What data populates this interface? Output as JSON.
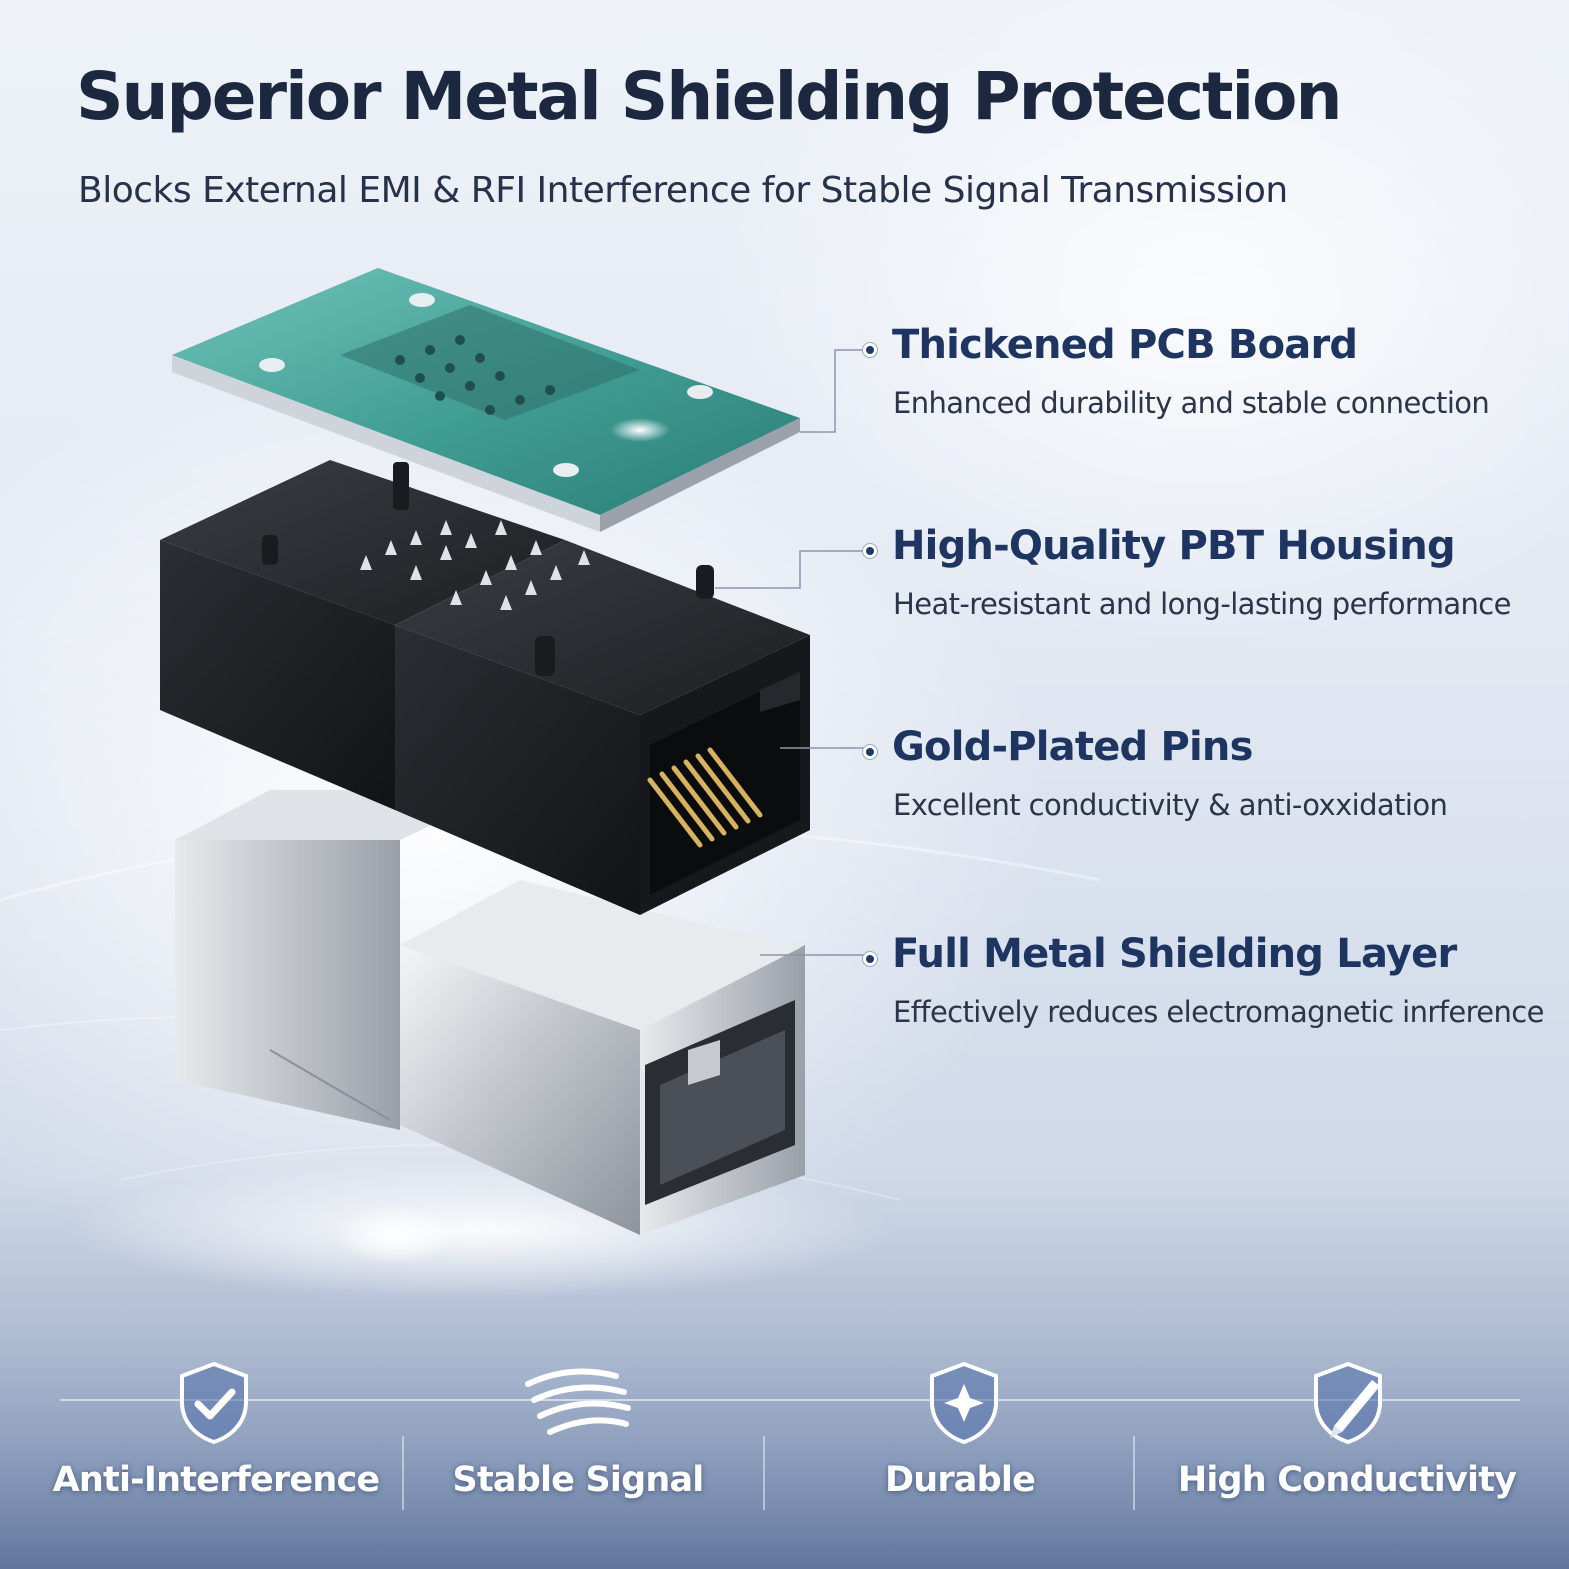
{
  "headline": "Superior Metal Shielding Protection",
  "subheadline": "Blocks External EMI & RFI Interference for Stable Signal Transmission",
  "features": [
    {
      "title": "Thickened PCB Board",
      "description": "Enhanced durability and stable connection"
    },
    {
      "title": "High-Quality PBT Housing",
      "description": "Heat-resistant and long-lasting performance"
    },
    {
      "title": "Gold-Plated Pins",
      "description": "Excellent conductivity & anti-oxxidation"
    },
    {
      "title": "Full Metal Shielding Layer",
      "description": "Effectively reduces electromagnetic inrference"
    }
  ],
  "badges": [
    {
      "label": "Anti-Interference",
      "icon": "shield-check-icon"
    },
    {
      "label": "Stable Signal",
      "icon": "signal-waves-icon"
    },
    {
      "label": "Durable",
      "icon": "shield-star-icon"
    },
    {
      "label": "High Conductivity",
      "icon": "shield-pen-icon"
    }
  ],
  "colors": {
    "headline": "#1c2840",
    "feature_title": "#1e3562",
    "pcb": "#3c9a93",
    "housing": "#1d1f22",
    "shield": "#c9ccd1",
    "gold": "#c9a45a"
  }
}
